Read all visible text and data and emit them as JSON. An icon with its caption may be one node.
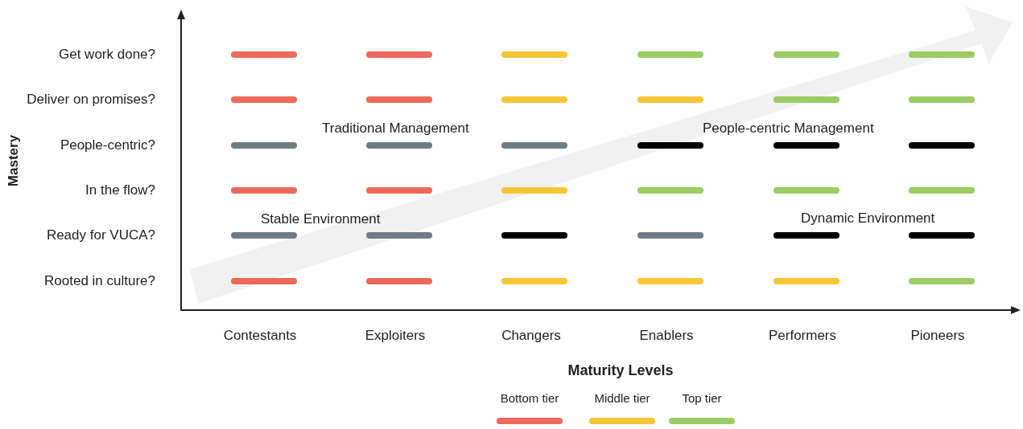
{
  "diagram": {
    "labels": [
      "Get work done?",
      "Deliver on promises?",
      "Traditional Management",
      "People-centric Management",
      "People-centric?",
      "In the flow?",
      "Stable Environment",
      "Dynamic Environment",
      "Ready for VUCA?",
      "Rooted in culture?",
      "Mastery",
      "Contestants",
      "Exploiters",
      "Changers",
      "Enablers",
      "Performers",
      "Pioneers",
      "Maturity Levels"
    ],
    "legend": [
      {
        "text": "Bottom tier",
        "color": "#ec6a5a"
      },
      {
        "text": "Middle tier",
        "color": "#f9c535"
      },
      {
        "text": "Top tier",
        "color": "#9acd63"
      }
    ]
  }
}
